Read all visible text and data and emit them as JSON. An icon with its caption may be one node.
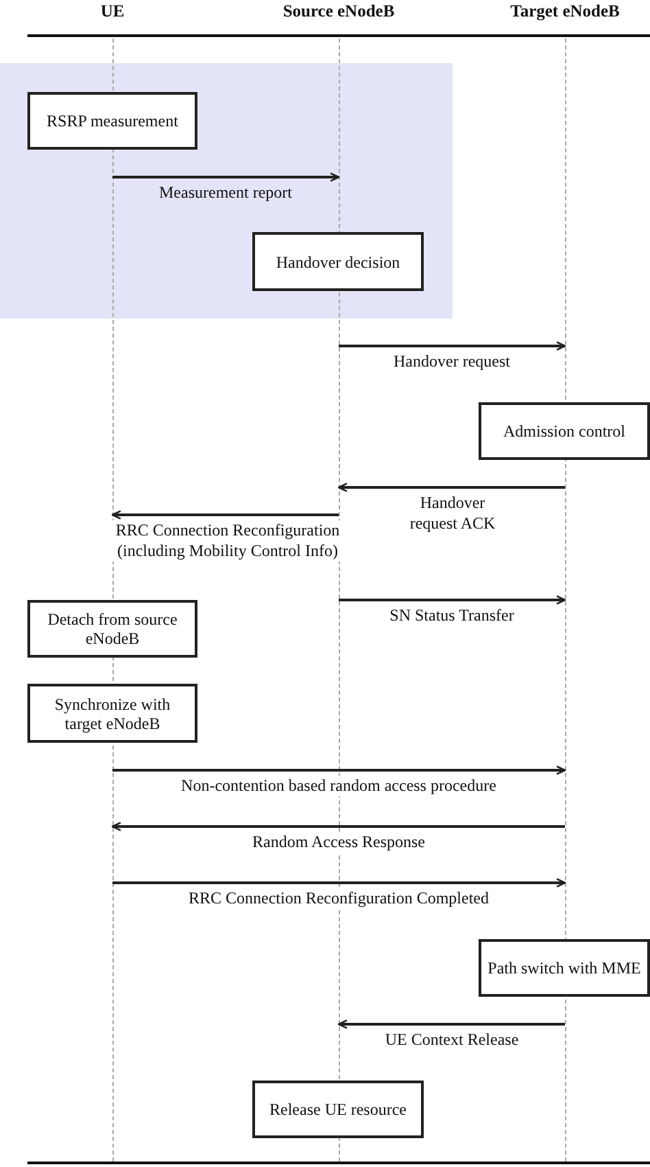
{
  "diagram": {
    "nodes": [
      {
        "text": [
          "UE"
        ]
      },
      {
        "text": [
          "Source eNodeB"
        ]
      },
      {
        "text": [
          "Target eNodeB"
        ]
      },
      {
        "text": [
          "RSRP measurement"
        ]
      },
      {
        "text": [
          "Handover decision"
        ]
      },
      {
        "text": [
          "Admission control"
        ]
      },
      {
        "text": [
          "Detach from source eNodeB"
        ]
      },
      {
        "text": [
          "Synchronize with target eNodeB"
        ]
      },
      {
        "text": [
          "Path switch with MME"
        ]
      },
      {
        "text": [
          "Release UE resource"
        ]
      }
    ],
    "edges": [
      {
        "from": 0,
        "to": 1,
        "arrow": "to",
        "label": "Measurement report"
      },
      {
        "from": 1,
        "to": 2,
        "arrow": "to",
        "label": "Handover request"
      },
      {
        "from": 2,
        "to": 1,
        "arrow": "to",
        "label": "Handover request ACK"
      },
      {
        "from": 1,
        "to": 0,
        "arrow": "to",
        "label": "RRC Connection Reconfiguration (including Mobility Control Info)"
      },
      {
        "from": 1,
        "to": 2,
        "arrow": "to",
        "label": "SN Status Transfer"
      },
      {
        "from": 0,
        "to": 2,
        "arrow": "to",
        "label": "Non-contention based random access procedure"
      },
      {
        "from": 2,
        "to": 0,
        "arrow": "to",
        "label": "Random Access Response"
      },
      {
        "from": 0,
        "to": 2,
        "arrow": "to",
        "label": "RRC Connection Reconfiguration Completed"
      },
      {
        "from": 2,
        "to": 1,
        "arrow": "to",
        "label": "UE Context Release"
      }
    ]
  }
}
